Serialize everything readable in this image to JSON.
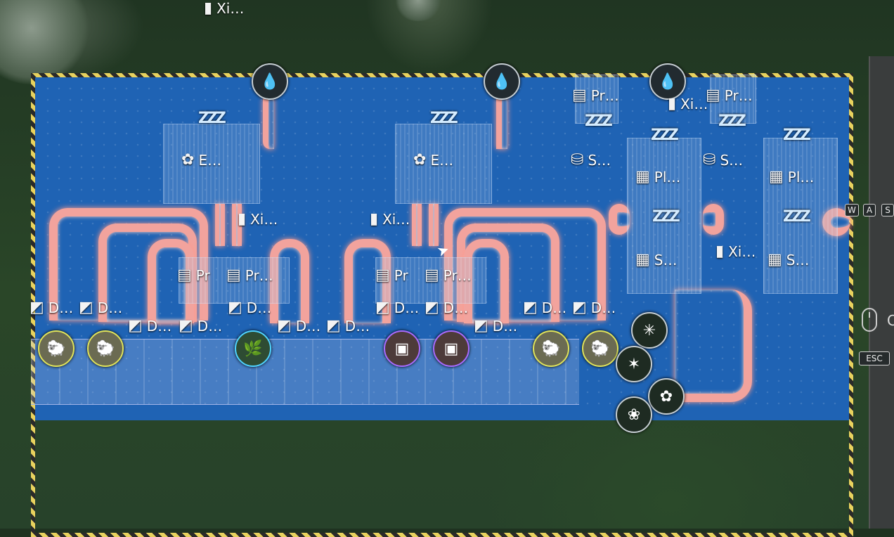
{
  "labels": {
    "xi": "Xi…",
    "energy": "E…",
    "producer": "Pr…",
    "dispatcher": "D…",
    "pr_short": "Pr",
    "storage": "S…",
    "planter": "Pl…"
  },
  "sleep": "ZZZ",
  "keys": {
    "w": "W",
    "a": "A",
    "s": "S",
    "esc": "ESC",
    "partial": "C"
  },
  "icons": {
    "water": "water-drop-icon",
    "energy": "fan-icon",
    "producer": "document-machine-icon",
    "dispatcher": "dispatch-icon",
    "xi": "lamp-tower-icon",
    "storage": "silo-icon",
    "planter": "planter-icon",
    "sheep": "sheep-icon",
    "plant": "plant-icon",
    "crate": "crate-icon"
  },
  "colors": {
    "zone": "#1f63b4",
    "pipe": "#f2a39d",
    "hazard": "#e8d25e"
  }
}
